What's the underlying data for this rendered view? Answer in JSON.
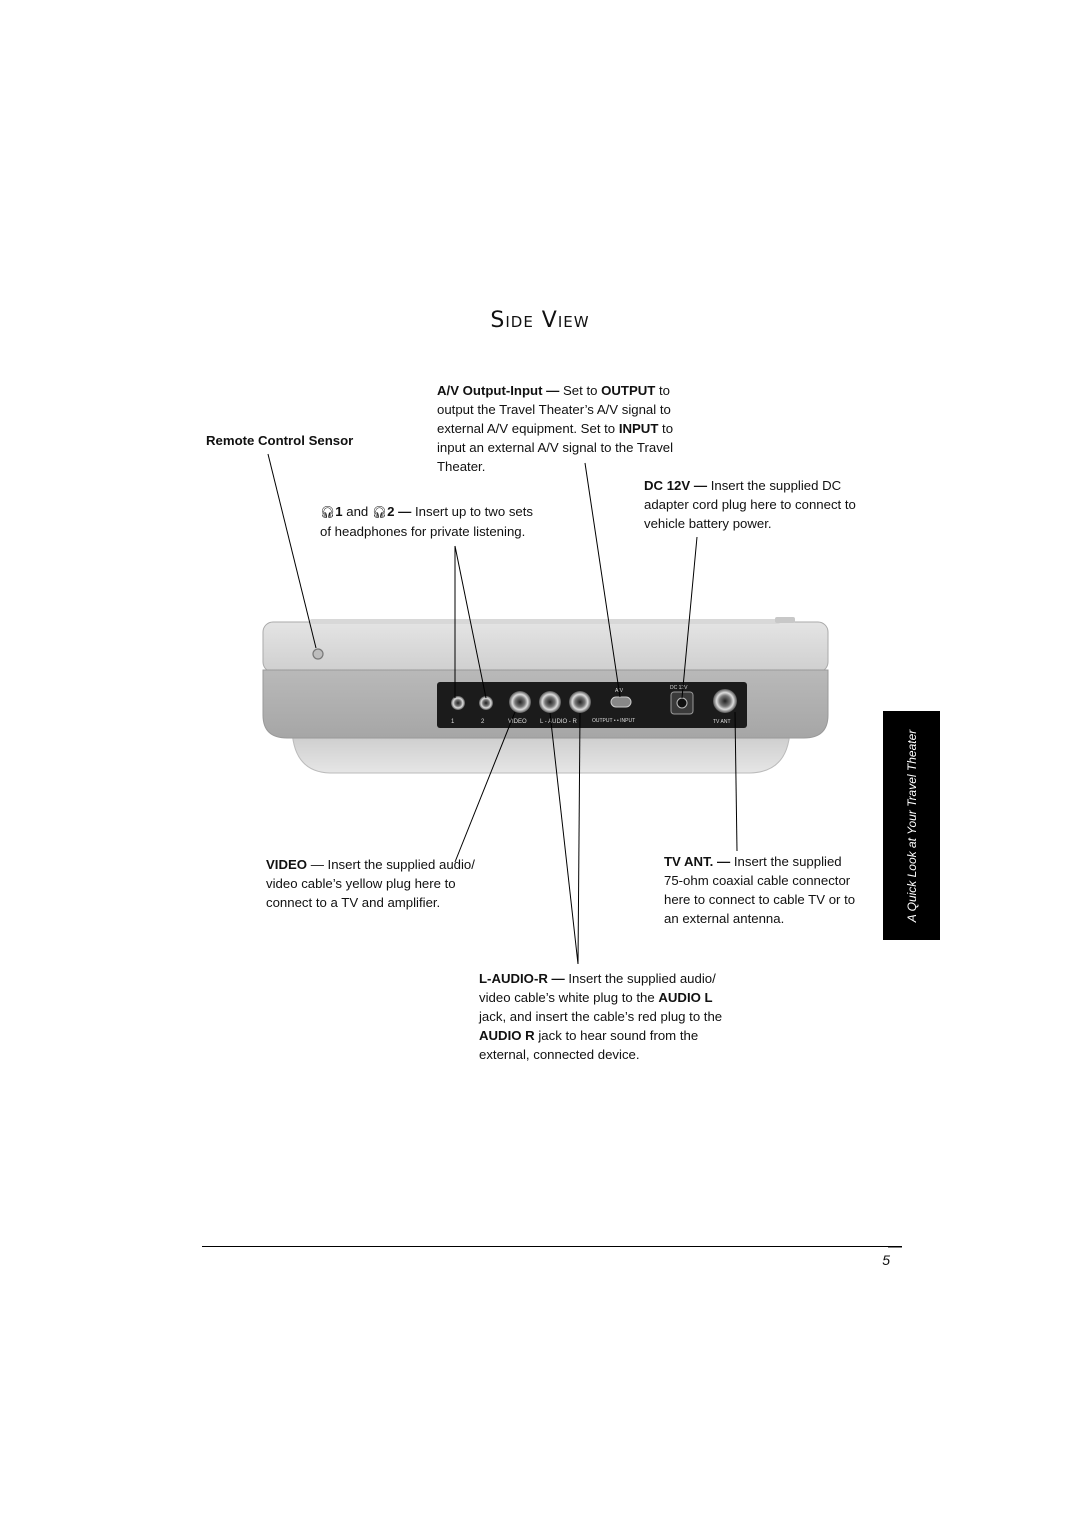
{
  "title": "Side View",
  "callouts": {
    "remote_sensor": {
      "label": "Remote Control Sensor"
    },
    "av_output": {
      "label": "A/V Output-Input —",
      "line1_rest": " Set to ",
      "line1_bold": "OUTPUT",
      "line1_end": " to",
      "line2": "output the Travel Theater’s A/V signal to",
      "line3_pre": "external A/V equipment. Set to ",
      "line3_bold": "INPUT",
      "line3_end": " to",
      "line4": "input an external A/V signal to the Travel",
      "line5": "Theater."
    },
    "headphones": {
      "n1": "1",
      "and": " and ",
      "n2": "2 —",
      "line1_rest": " Insert up to two sets",
      "line2": "of headphones for private listening."
    },
    "dc12v": {
      "label": "DC 12V  —",
      "line1_rest": " Insert the supplied DC",
      "line2": "adapter cord plug here to connect to",
      "line3": "vehicle battery power."
    },
    "video": {
      "label": "VIDEO",
      "line1_rest": " — Insert the supplied audio/",
      "line2": "video cable’s yellow plug here to",
      "line3": "connect to a TV and amplifier."
    },
    "tvant": {
      "label": "TV ANT. —",
      "line1_rest": " Insert the supplied",
      "line2": "75-ohm coaxial cable connector",
      "line3": "here to connect to cable TV or to",
      "line4": "an external antenna."
    },
    "laudio": {
      "label": "L-AUDIO-R —",
      "line1_rest": " Insert the supplied audio/",
      "line2_pre": "video cable’s white plug to the ",
      "line2_bold": "AUDIO L",
      "line3": "jack, and insert the cable’s red plug to the",
      "line4_bold": "AUDIO R",
      "line4_rest": " jack to hear sound from the",
      "line5": "external, connected device."
    }
  },
  "panel_labels": {
    "hp1": "1",
    "hp2": "2",
    "video": "VIDEO",
    "audio": "L - AUDIO - R",
    "output_input": "OUTPUT •    • INPUT",
    "av": "A/V",
    "dc": "DC 12V",
    "tvant": "TV ANT"
  },
  "side_tab": "A Quick Look at Your Travel Theater",
  "page_number": "5"
}
